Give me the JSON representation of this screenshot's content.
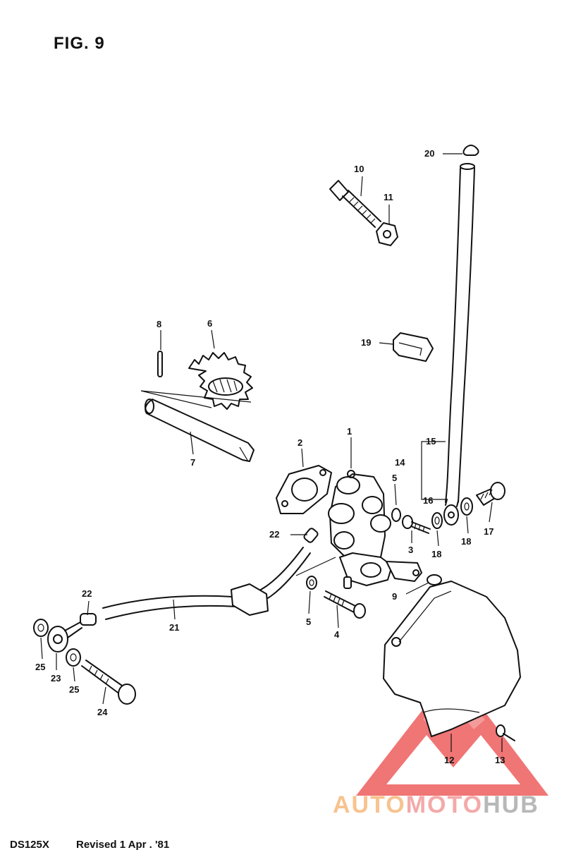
{
  "figure": {
    "title": "FIG. 9"
  },
  "callouts": [
    {
      "id": "c1",
      "text": "1"
    },
    {
      "id": "c2",
      "text": "2"
    },
    {
      "id": "c3",
      "text": "3"
    },
    {
      "id": "c4",
      "text": "4"
    },
    {
      "id": "c5a",
      "text": "5"
    },
    {
      "id": "c5b",
      "text": "5"
    },
    {
      "id": "c6",
      "text": "6"
    },
    {
      "id": "c7",
      "text": "7"
    },
    {
      "id": "c8",
      "text": "8"
    },
    {
      "id": "c9",
      "text": "9"
    },
    {
      "id": "c10",
      "text": "10"
    },
    {
      "id": "c11",
      "text": "11"
    },
    {
      "id": "c12",
      "text": "12"
    },
    {
      "id": "c13",
      "text": "13"
    },
    {
      "id": "c14",
      "text": "14"
    },
    {
      "id": "c15",
      "text": "15"
    },
    {
      "id": "c16",
      "text": "16"
    },
    {
      "id": "c17",
      "text": "17"
    },
    {
      "id": "c18a",
      "text": "18"
    },
    {
      "id": "c18b",
      "text": "18"
    },
    {
      "id": "c19",
      "text": "19"
    },
    {
      "id": "c20",
      "text": "20"
    },
    {
      "id": "c21",
      "text": "21"
    },
    {
      "id": "c22a",
      "text": "22"
    },
    {
      "id": "c22b",
      "text": "22"
    },
    {
      "id": "c23",
      "text": "23"
    },
    {
      "id": "c24",
      "text": "24"
    },
    {
      "id": "c25a",
      "text": "25"
    },
    {
      "id": "c25b",
      "text": "25"
    }
  ],
  "footer": {
    "model": "DS125X",
    "revision": "Revised 1 Apr . '81"
  },
  "watermark": {
    "part1": "AUTO",
    "part2": "MOTO",
    "part3": "HUB",
    "colors": {
      "auto": "#f7c38f",
      "moto": "#f4a9a9",
      "hub": "#b8b8b8",
      "logo": "#ee5e5e",
      "logo_inner": "#f28a8a"
    }
  }
}
